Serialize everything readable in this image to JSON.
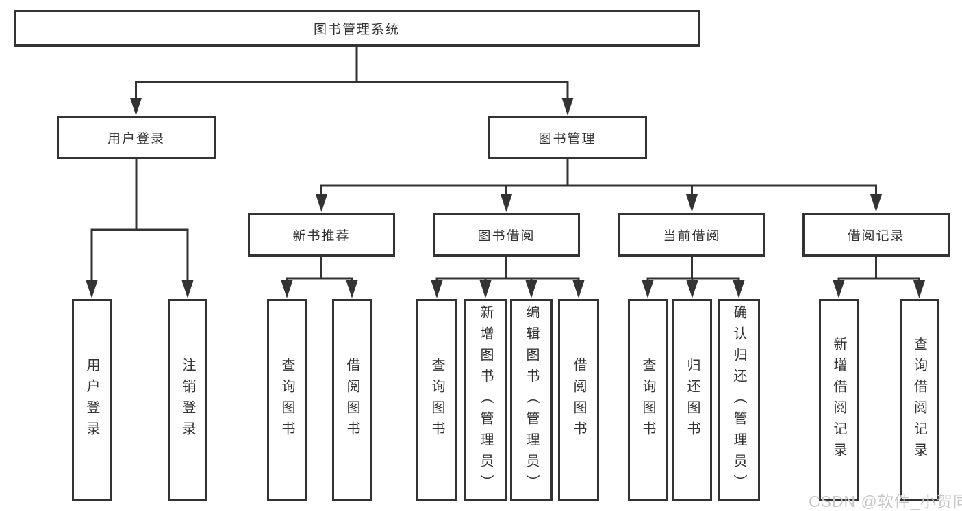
{
  "tree": {
    "label": "图书管理系统",
    "children": [
      {
        "label": "用户登录",
        "children": [
          {
            "label": "用户登录"
          },
          {
            "label": "注销登录"
          }
        ]
      },
      {
        "label": "图书管理",
        "children": [
          {
            "label": "新书推荐",
            "children": [
              {
                "label": "查询图书"
              },
              {
                "label": "借阅图书"
              }
            ]
          },
          {
            "label": "图书借阅",
            "children": [
              {
                "label": "查询图书"
              },
              {
                "label": "新增图书（管理员）"
              },
              {
                "label": "编辑图书（管理员）"
              },
              {
                "label": "借阅图书"
              }
            ]
          },
          {
            "label": "当前借阅",
            "children": [
              {
                "label": "查询图书"
              },
              {
                "label": "归还图书"
              },
              {
                "label": "确认归还（管理员）"
              }
            ]
          },
          {
            "label": "借阅记录",
            "children": [
              {
                "label": "新增借阅记录"
              },
              {
                "label": "查询借阅记录"
              }
            ]
          }
        ]
      }
    ]
  },
  "watermark": {
    "text": "CSDN @软件_小贺同学"
  },
  "colors": {
    "line": "#333333",
    "text": "#333333",
    "box_background": "#ffffff",
    "page_background": "#ffffff",
    "watermark": "#c8c8c8"
  }
}
